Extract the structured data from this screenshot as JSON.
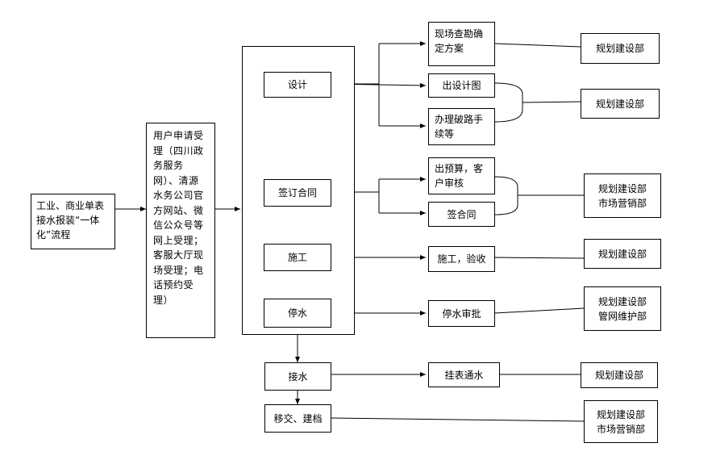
{
  "colors": {
    "stroke": "#000000",
    "background": "#ffffff"
  },
  "start": {
    "label": "工业、商业单表接水报装“一体化”流程"
  },
  "intake": {
    "label": "用户申请受理（四川政务服务网）、清源水务公司官方网站、微信公众号等网上受理；客服大厅现场受理；电话预约受理）"
  },
  "steps": [
    {
      "id": "design",
      "label": "设计"
    },
    {
      "id": "contract",
      "label": "签订合同"
    },
    {
      "id": "construction",
      "label": "施工"
    },
    {
      "id": "water_stop",
      "label": "停水"
    },
    {
      "id": "connection",
      "label": "接水"
    },
    {
      "id": "handover",
      "label": "移交、建档"
    }
  ],
  "tasks": [
    {
      "id": "survey",
      "label": "现场查勘确定方案"
    },
    {
      "id": "drawing",
      "label": "出设计图"
    },
    {
      "id": "road",
      "label": "办理破路手续等"
    },
    {
      "id": "budget",
      "label": "出预算，客户审核"
    },
    {
      "id": "sign",
      "label": "签合同"
    },
    {
      "id": "inspect",
      "label": "施工，验收"
    },
    {
      "id": "approve",
      "label": "停水审批"
    },
    {
      "id": "meter",
      "label": "挂表通水"
    }
  ],
  "departments": [
    {
      "id": "d1",
      "label": "规划建设部"
    },
    {
      "id": "d2",
      "label": "规划建设部"
    },
    {
      "id": "d3",
      "label": "规划建设部\n市场营销部"
    },
    {
      "id": "d4",
      "label": "规划建设部"
    },
    {
      "id": "d5",
      "label": "规划建设部\n管网维护部"
    },
    {
      "id": "d6",
      "label": "规划建设部"
    },
    {
      "id": "d7",
      "label": "规划建设部\n市场营销部"
    }
  ]
}
